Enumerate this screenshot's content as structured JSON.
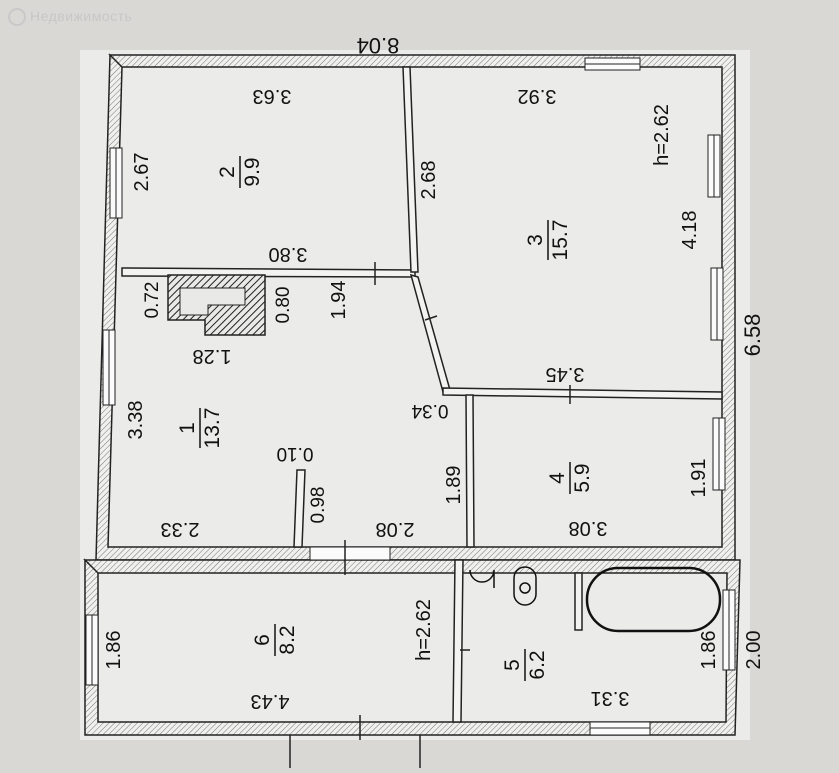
{
  "watermark": "Недвижимость",
  "dimensions": {
    "overall_width": "8.04",
    "overall_height": "6.58",
    "annex_height": "2.00",
    "room2_width": "3.63",
    "room2_height": "2.67",
    "room2_bottom": "3.80",
    "room3_width": "3.92",
    "room3_height_left": "2.68",
    "room3_height_right": "4.18",
    "ceiling_h1": "h=2.62",
    "hall_opening": "1.94",
    "stove_w": "1.28",
    "stove_h1": "0.72",
    "stove_h2": "0.80",
    "room1_height": "3.38",
    "room1_bottom": "2.33",
    "partition_gap": "0.10",
    "partition_len": "0.98",
    "corridor_gap": "0.34",
    "corridor_h": "1.89",
    "corridor_w": "2.08",
    "room4_top": "3.45",
    "room4_height": "1.91",
    "room4_bottom": "3.08",
    "room6_height": "1.86",
    "room6_width": "4.43",
    "ceiling_h2": "h=2.62",
    "room5_height": "1.86",
    "room5_width": "3.31"
  },
  "rooms": [
    {
      "number": "1",
      "area": "13.7"
    },
    {
      "number": "2",
      "area": "9.9"
    },
    {
      "number": "3",
      "area": "15.7"
    },
    {
      "number": "4",
      "area": "5.9"
    },
    {
      "number": "5",
      "area": "6.2"
    },
    {
      "number": "6",
      "area": "8.2"
    }
  ]
}
